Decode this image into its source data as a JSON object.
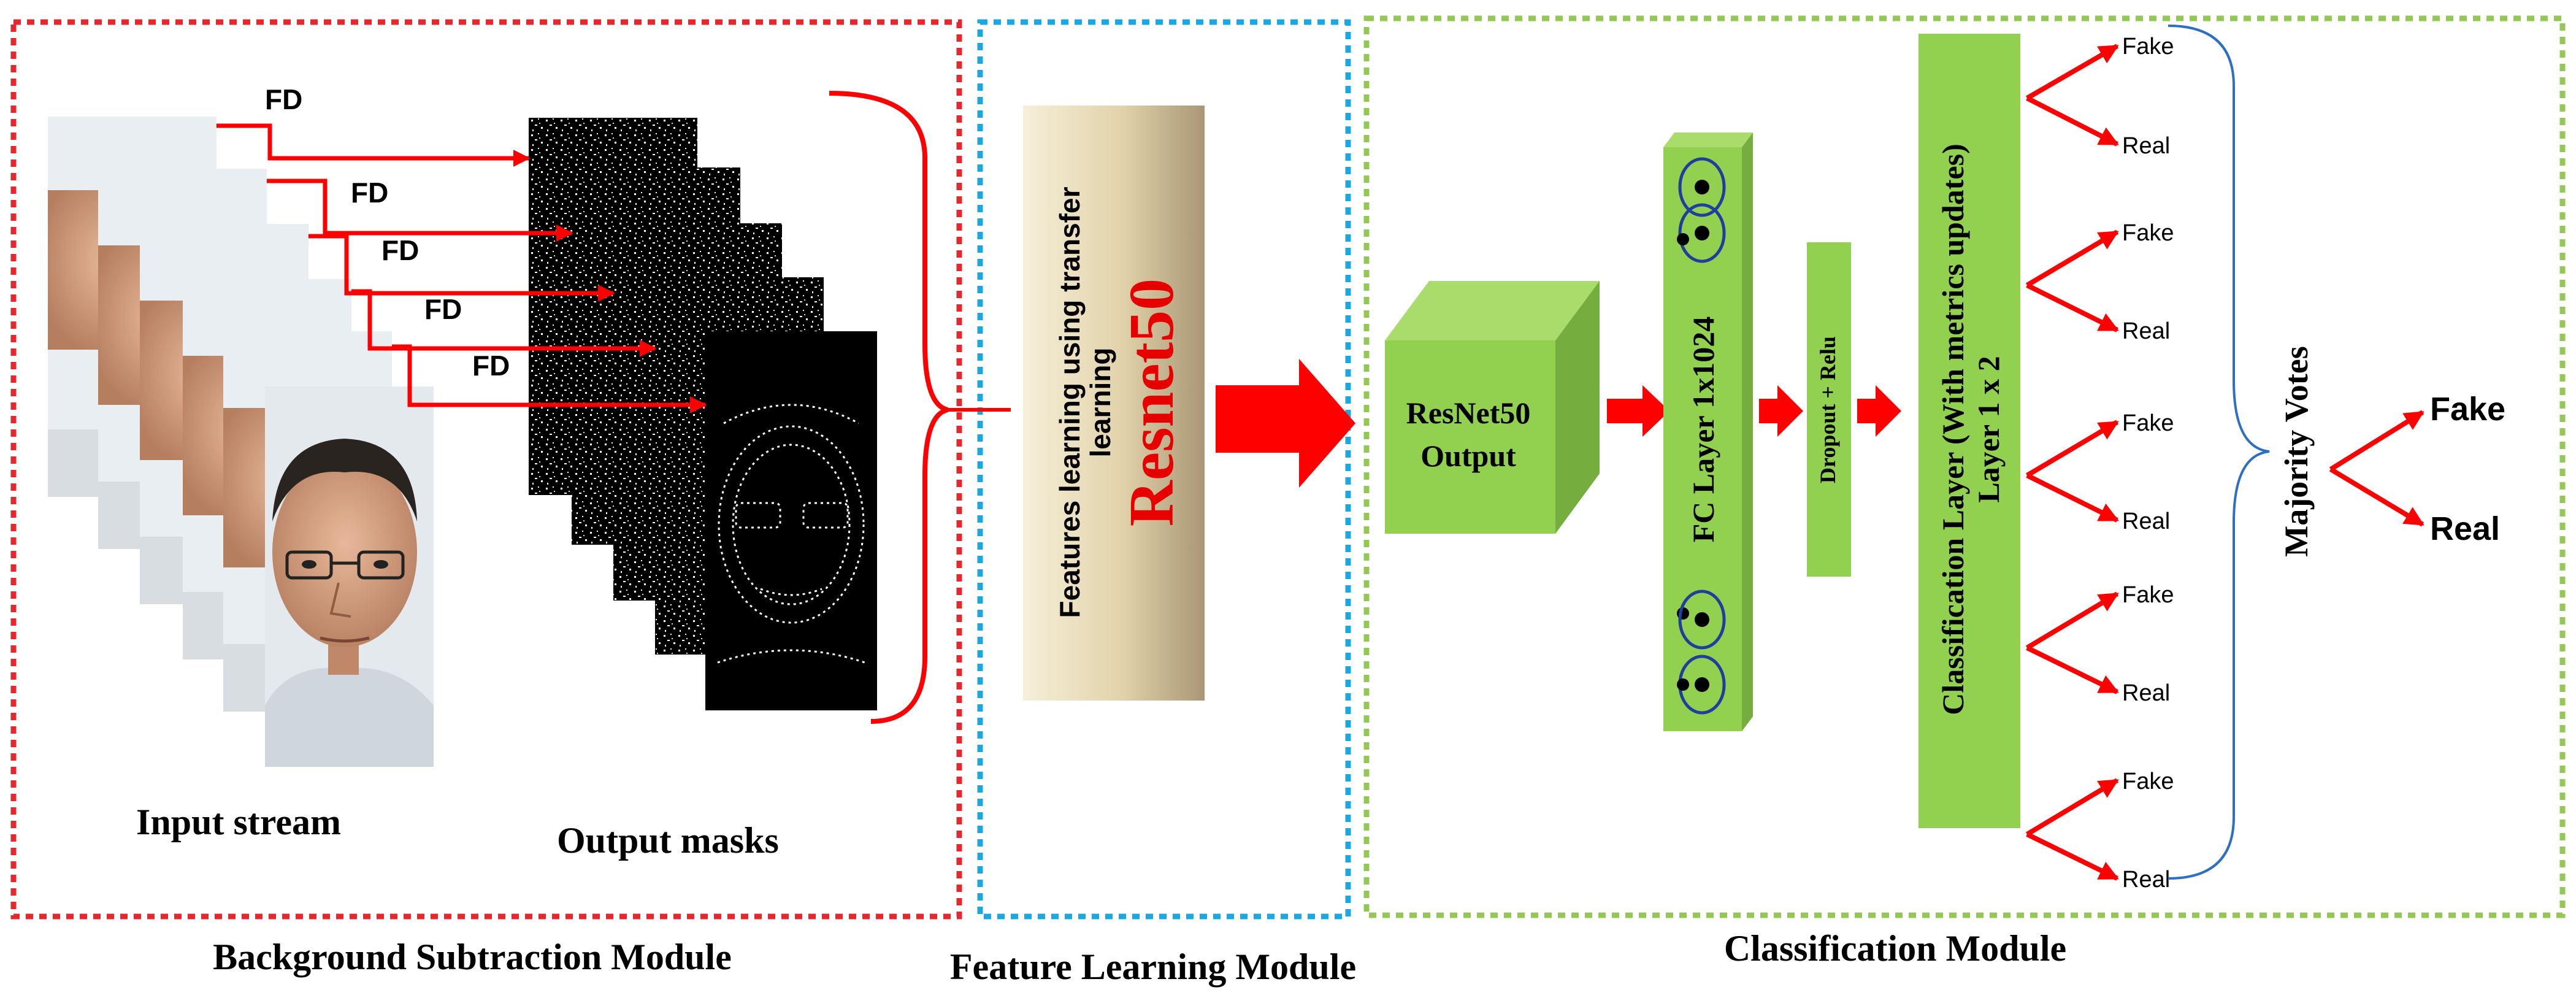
{
  "modules": {
    "background": "Background Subtraction Module",
    "feature": "Feature Learning Module",
    "classification": "Classification Module"
  },
  "bg": {
    "input_stream": "Input stream",
    "output_masks": "Output masks",
    "fd": [
      "FD",
      "FD",
      "FD",
      "FD",
      "FD"
    ]
  },
  "feature": {
    "line1": "Features learning using transfer",
    "line2": "learning",
    "model": "Resnet50"
  },
  "classify": {
    "resnet_line1": "ResNet50",
    "resnet_line2": "Output",
    "fc_layer": "FC Layer 1x1024",
    "dropout": "Dropout + Relu",
    "cls_line1": "Classification Layer (With metrics updates)",
    "cls_line2": "Layer 1 x 2",
    "pairs": [
      {
        "fake": "Fake",
        "real": "Real"
      },
      {
        "fake": "Fake",
        "real": "Real"
      },
      {
        "fake": "Fake",
        "real": "Real"
      },
      {
        "fake": "Fake",
        "real": "Real"
      },
      {
        "fake": "Fake",
        "real": "Real"
      }
    ],
    "majority": "Majority Votes",
    "final_fake": "Fake",
    "final_real": "Real"
  },
  "colors": {
    "background_module": "#e5282d",
    "feature_module": "#1ca7e0",
    "classification_module": "#92c954",
    "arrow": "#ff0000",
    "green_block": "#92d050",
    "green_dark": "#6ea33a",
    "model_text": "#e60000"
  }
}
